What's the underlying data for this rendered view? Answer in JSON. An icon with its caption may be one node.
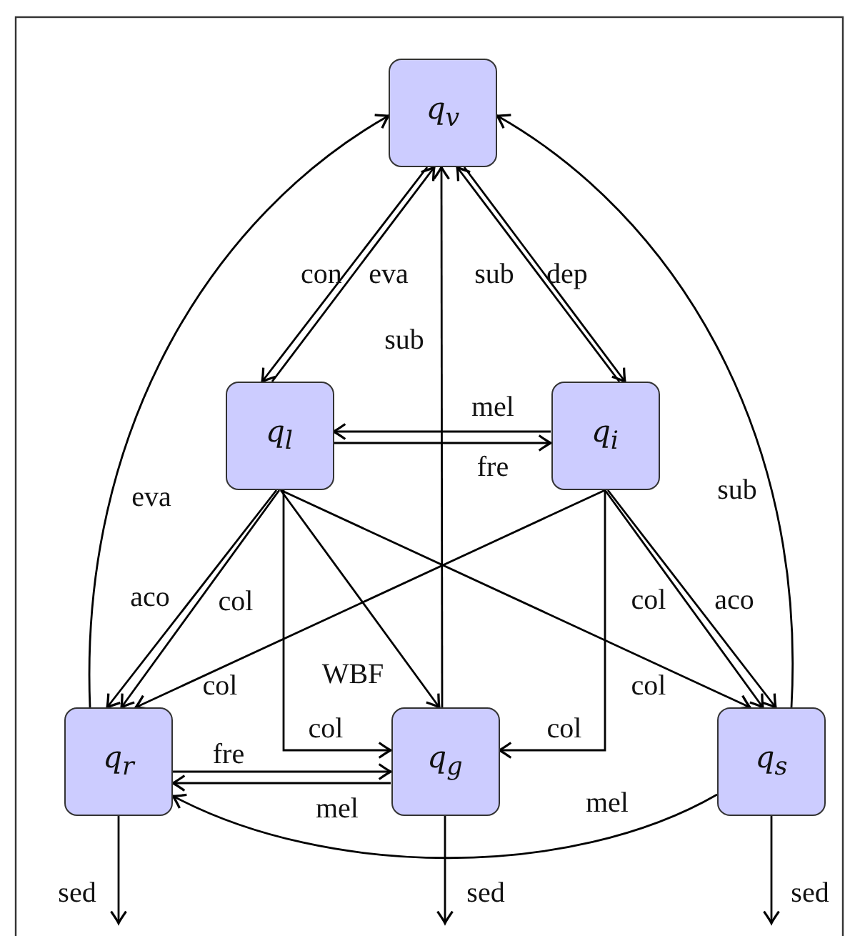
{
  "diagram": {
    "nodes": [
      {
        "text": [
          "q$_{v}$"
        ]
      },
      {
        "text": [
          "q$_{l}$"
        ]
      },
      {
        "text": [
          "q$_{i}$"
        ]
      },
      {
        "text": [
          "q$_{r}$"
        ]
      },
      {
        "text": [
          "q$_{g}$"
        ]
      },
      {
        "text": [
          "q$_{s}$"
        ]
      }
    ],
    "edges": [
      {
        "from": 0,
        "to": 1,
        "arrow": "to",
        "label": "con"
      },
      {
        "from": 1,
        "to": 0,
        "arrow": "to",
        "label": "eva"
      },
      {
        "from": 2,
        "to": 0,
        "arrow": "to",
        "label": "sub"
      },
      {
        "from": 0,
        "to": 2,
        "arrow": "to",
        "label": "dep"
      },
      {
        "from": 4,
        "to": 0,
        "arrow": "to",
        "label": "sub"
      },
      {
        "from": 3,
        "to": 0,
        "arrow": "to",
        "label": "eva"
      },
      {
        "from": 5,
        "to": 0,
        "arrow": "to",
        "label": "sub"
      },
      {
        "from": 2,
        "to": 1,
        "arrow": "to",
        "label": "mel"
      },
      {
        "from": 1,
        "to": 2,
        "arrow": "to",
        "label": "fre"
      },
      {
        "from": 1,
        "to": 3,
        "arrow": "to",
        "label": "aco"
      },
      {
        "from": 1,
        "to": 3,
        "arrow": "to",
        "label": "col"
      },
      {
        "from": 2,
        "to": 3,
        "arrow": "to",
        "label": "col"
      },
      {
        "from": 1,
        "to": 4,
        "arrow": "to",
        "label": "col"
      },
      {
        "from": 1,
        "to": 4,
        "arrow": "to",
        "label": "WBF"
      },
      {
        "from": 1,
        "to": 5,
        "arrow": "to",
        "label": "col"
      },
      {
        "from": 2,
        "to": 4,
        "arrow": "to",
        "label": "col"
      },
      {
        "from": 2,
        "to": 5,
        "arrow": "to",
        "label": "col"
      },
      {
        "from": 2,
        "to": 5,
        "arrow": "to",
        "label": "aco"
      },
      {
        "from": 3,
        "to": 4,
        "arrow": "to",
        "label": "fre"
      },
      {
        "from": 4,
        "to": 3,
        "arrow": "to",
        "label": "mel"
      },
      {
        "from": 5,
        "to": 3,
        "arrow": "to",
        "label": "mel"
      },
      {
        "from": 3,
        "to": null,
        "arrow": "to",
        "label": "sed"
      },
      {
        "from": 4,
        "to": null,
        "arrow": "to",
        "label": "sed"
      },
      {
        "from": 5,
        "to": null,
        "arrow": "to",
        "label": "sed"
      }
    ]
  }
}
